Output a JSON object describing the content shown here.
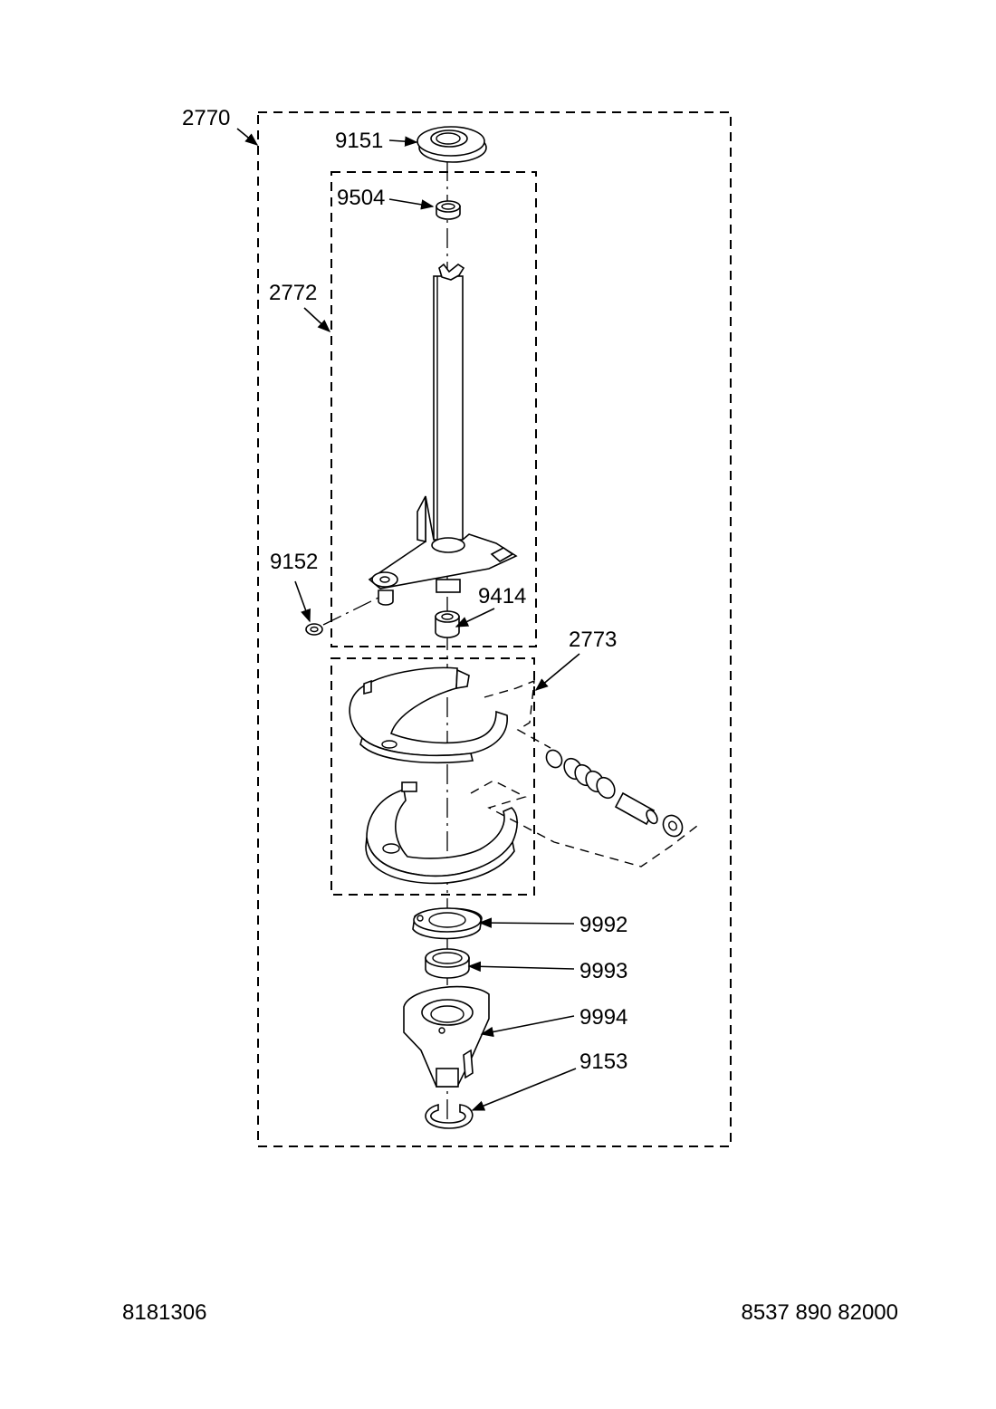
{
  "callouts": {
    "assembly_main": "2770",
    "seal_top": "9151",
    "bearing": "9504",
    "assembly_shaft": "2772",
    "clip": "9152",
    "bushing": "9414",
    "assembly_brake": "2773",
    "cam": "9992",
    "bearing_lower": "9993",
    "lever": "9994",
    "retaining_ring": "9153"
  },
  "footer": {
    "document_number": "8181306",
    "model_code": "8537 890 82000"
  }
}
